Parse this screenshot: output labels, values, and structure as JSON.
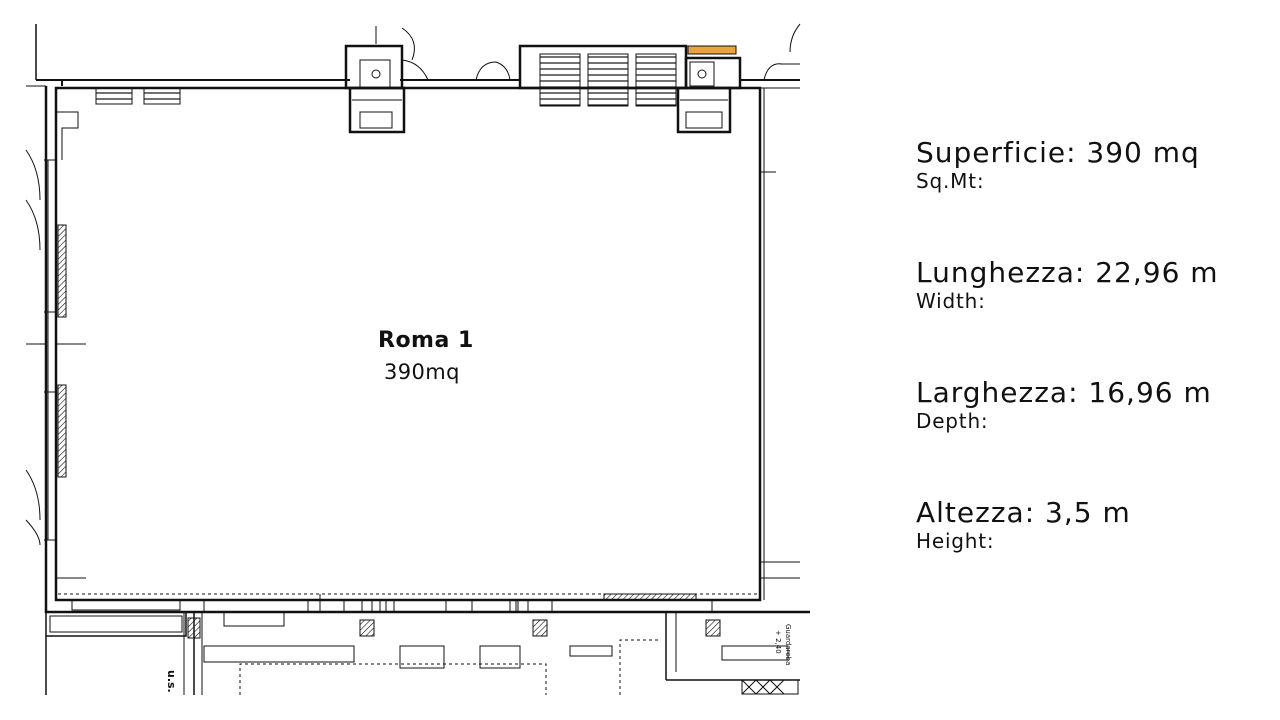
{
  "room": {
    "name": "Roma 1",
    "area": "390mq"
  },
  "specs": [
    {
      "main": "Superficie: 390 mq",
      "sub": "Sq.Mt:"
    },
    {
      "main": "Lunghezza: 22,96 m",
      "sub": "Width:"
    },
    {
      "main": "Larghezza: 16,96 m",
      "sub": "Depth:"
    },
    {
      "main": "Altezza: 3,5 m",
      "sub": "Height:"
    }
  ],
  "plan_labels": {
    "us": "u.s.",
    "guardaroba": "Guardaroba",
    "level": "+ 2,40"
  },
  "colors": {
    "background": "#ffffff",
    "ink": "#111111",
    "accent_equipment": "#e8a33a"
  }
}
